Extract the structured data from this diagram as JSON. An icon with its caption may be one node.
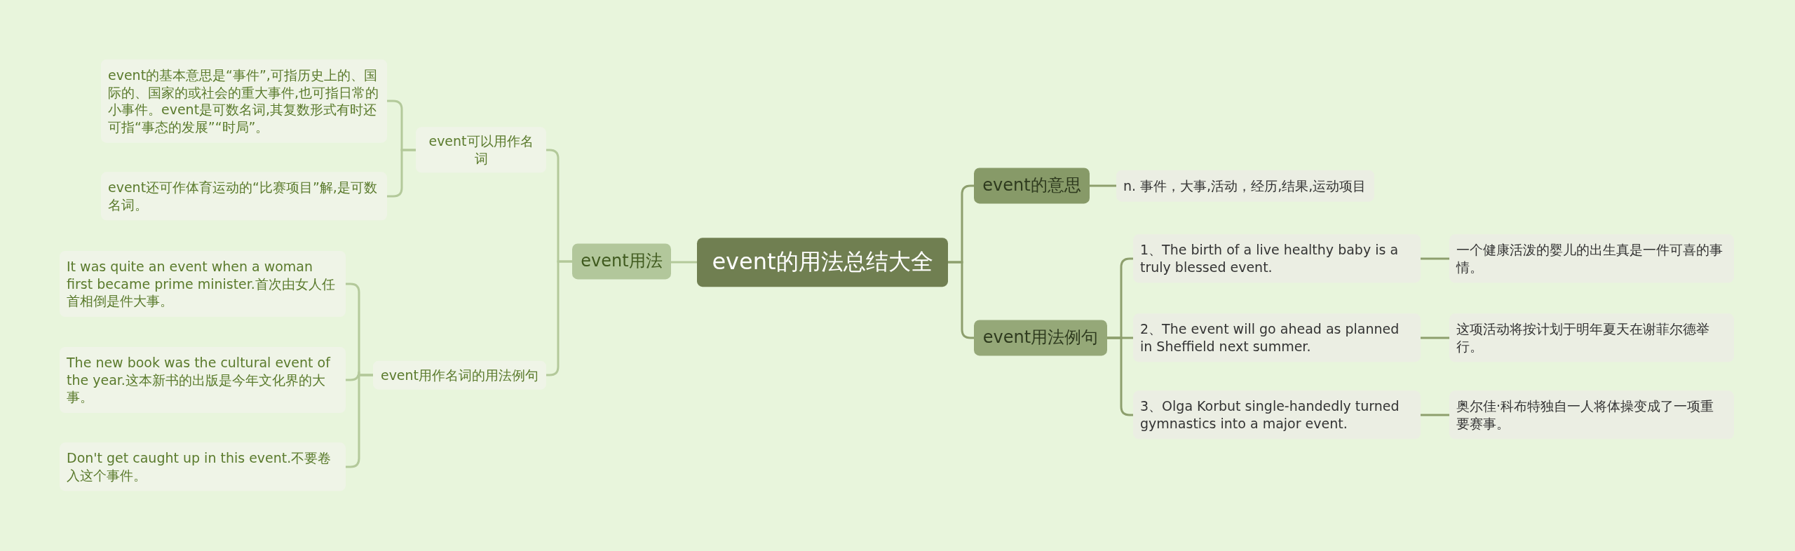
{
  "diagram": {
    "nodes": [
      {
        "text": [
          "event的用法总结大全"
        ]
      },
      {
        "text": [
          "event用法"
        ]
      },
      {
        "text": [
          "event可以用作名词"
        ]
      },
      {
        "text": [
          "event的基本意思是“事件”,可指历史上的、国际的、国家的或社会的重大事件,也可指日常的小事件。event是可数名词,其复数形式有时还可指“事态的发展”“时局”。"
        ]
      },
      {
        "text": [
          "event还可作体育运动的“比赛项目”解,是可数名词。"
        ]
      },
      {
        "text": [
          "event用作名词的用法例句"
        ]
      },
      {
        "text": [
          "It was quite an event when a woman first became prime minister.首次由女人任首相倒是件大事。"
        ]
      },
      {
        "text": [
          "The new book was the cultural event of the year.这本新书的出版是今年文化界的大事。"
        ]
      },
      {
        "text": [
          "Don't get caught up in this event.不要卷入这个事件。"
        ]
      },
      {
        "text": [
          "event的意思"
        ]
      },
      {
        "text": [
          "n. 事件，大事,活动，经历,结果,运动项目"
        ]
      },
      {
        "text": [
          "event用法例句"
        ]
      },
      {
        "text": [
          "1、The birth of a live healthy baby is a truly blessed event."
        ]
      },
      {
        "text": [
          "2、The event will go ahead as planned in Sheffield next summer."
        ]
      },
      {
        "text": [
          "3、Olga Korbut single-handedly turned gymnastics into a major event."
        ]
      },
      {
        "text": [
          "一个健康活泼的婴儿的出生真是一件可喜的事情。"
        ]
      },
      {
        "text": [
          "这项活动将按计划于明年夏天在谢菲尔德举行。"
        ]
      },
      {
        "text": [
          "奥尔佳·科布特独自一人将体操变成了一项重要赛事。"
        ]
      }
    ],
    "edges": [
      {
        "from": 0,
        "to": 1,
        "arrow": "none"
      },
      {
        "from": 1,
        "to": 2,
        "arrow": "none"
      },
      {
        "from": 2,
        "to": 3,
        "arrow": "none"
      },
      {
        "from": 2,
        "to": 4,
        "arrow": "none"
      },
      {
        "from": 1,
        "to": 5,
        "arrow": "none"
      },
      {
        "from": 5,
        "to": 6,
        "arrow": "none"
      },
      {
        "from": 5,
        "to": 7,
        "arrow": "none"
      },
      {
        "from": 5,
        "to": 8,
        "arrow": "none"
      },
      {
        "from": 0,
        "to": 9,
        "arrow": "none"
      },
      {
        "from": 9,
        "to": 10,
        "arrow": "none"
      },
      {
        "from": 0,
        "to": 11,
        "arrow": "none"
      },
      {
        "from": 11,
        "to": 12,
        "arrow": "none"
      },
      {
        "from": 11,
        "to": 13,
        "arrow": "none"
      },
      {
        "from": 11,
        "to": 14,
        "arrow": "none"
      },
      {
        "from": 12,
        "to": 15,
        "arrow": "none"
      },
      {
        "from": 13,
        "to": 16,
        "arrow": "none"
      },
      {
        "from": 14,
        "to": 17,
        "arrow": "none"
      }
    ]
  }
}
